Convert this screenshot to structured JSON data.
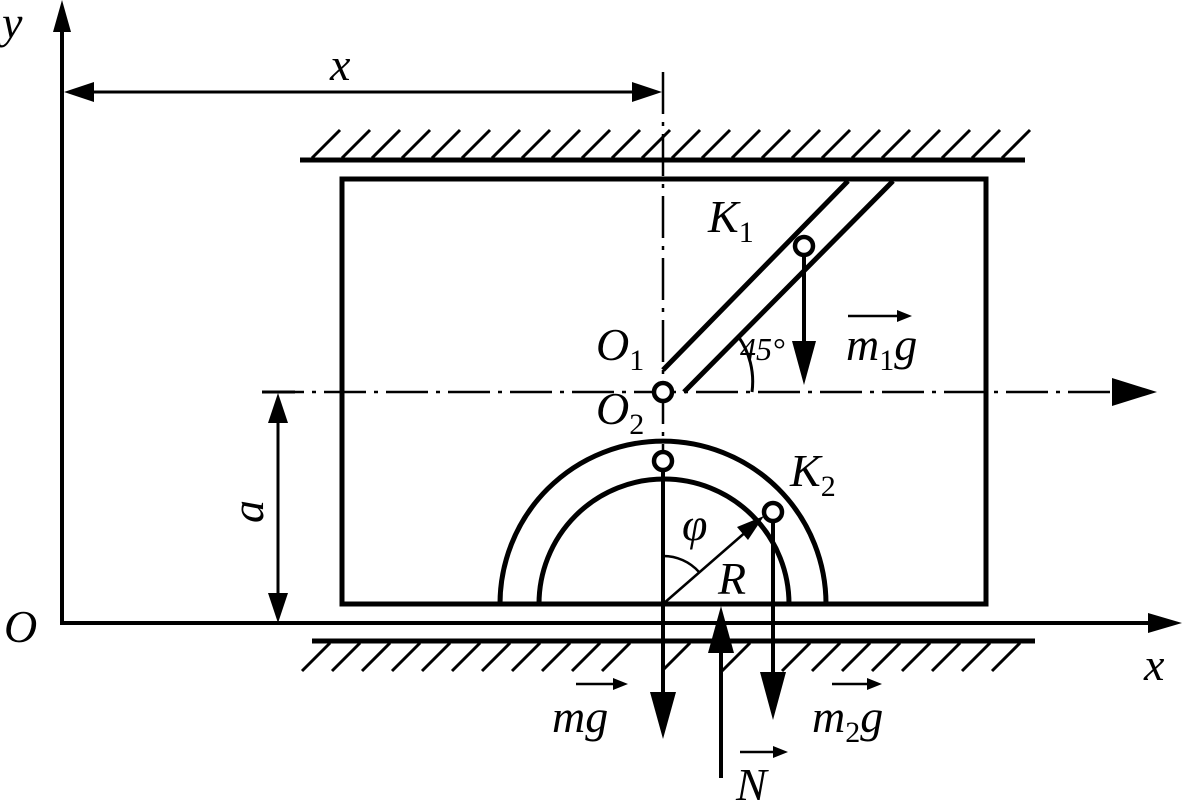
{
  "labels": {
    "y_axis": "y",
    "x_axis": "x",
    "origin": "O",
    "dim_x": "x",
    "dim_a": "a",
    "k1_main": "K",
    "k1_sub": "1",
    "k2_main": "K",
    "k2_sub": "2",
    "o1_main": "O",
    "o1_sub": "1",
    "o2_main": "O",
    "o2_sub": "2",
    "angle": "45°",
    "phi": "φ",
    "radius": "R",
    "m1g_a": "m",
    "m1g_sub": "1",
    "m1g_b": "g",
    "mg": "mg",
    "m2g_a": "m",
    "m2g_sub": "2",
    "m2g_b": "g",
    "normal": "N"
  },
  "colors": {
    "ink": "#000000",
    "background": "#ffffff"
  }
}
